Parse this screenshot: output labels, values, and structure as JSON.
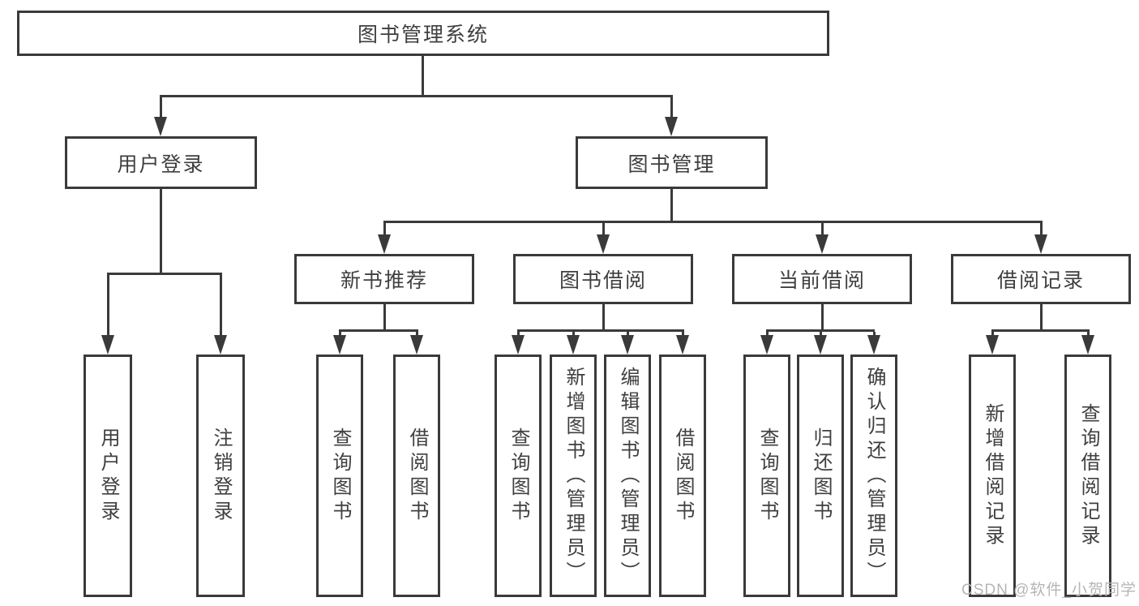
{
  "tree": {
    "root": {
      "label": "图书管理系统"
    },
    "children": [
      {
        "label": "用户登录",
        "children": [
          "用户登录",
          "注销登录"
        ]
      },
      {
        "label": "图书管理",
        "children": [
          {
            "label": "新书推荐",
            "children": [
              "查询图书",
              "借阅图书"
            ]
          },
          {
            "label": "图书借阅",
            "children": [
              "查询图书",
              "新增图书（管理员）",
              "编辑图书（管理员）",
              "借阅图书"
            ]
          },
          {
            "label": "当前借阅",
            "children": [
              "查询图书",
              "归还图书",
              "确认归还（管理员）"
            ]
          },
          {
            "label": "借阅记录",
            "children": [
              "新增借阅记录",
              "查询借阅记录"
            ]
          }
        ]
      }
    ]
  },
  "watermark": {
    "text": "CSDN @软件_小贺同学"
  },
  "colors": {
    "line": "#3a3a3a",
    "text": "#3f3f3f",
    "watermark": "#b5b5b5",
    "background": "#ffffff"
  }
}
